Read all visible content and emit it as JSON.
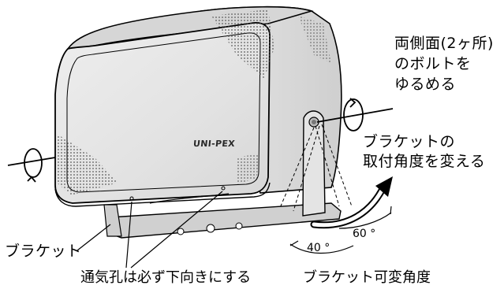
{
  "labels": {
    "bolt_line1": "両側面(2ヶ所)",
    "bolt_line2": "のボルトを",
    "bolt_line3": "ゆるめる",
    "angle_line1": "ブラケットの",
    "angle_line2": "取付角度を変える",
    "bracket": "ブラケット",
    "vent": "通気孔は必ず下向きにする",
    "bracket_range": "ブラケット可変角度",
    "angle_40": "40 °",
    "angle_60": "60 °"
  },
  "logo_text": "UNI-PEX",
  "colors": {
    "body_fill": "#d9d9d9",
    "front_fill": "#e8e8e8",
    "grille": "#5a5a5a",
    "bracket_fill": "#d0d0d0",
    "line": "#000000"
  },
  "icons": [
    "rotate-arrow-left-icon",
    "rotate-arrow-right-icon",
    "curved-arrow-icon"
  ]
}
